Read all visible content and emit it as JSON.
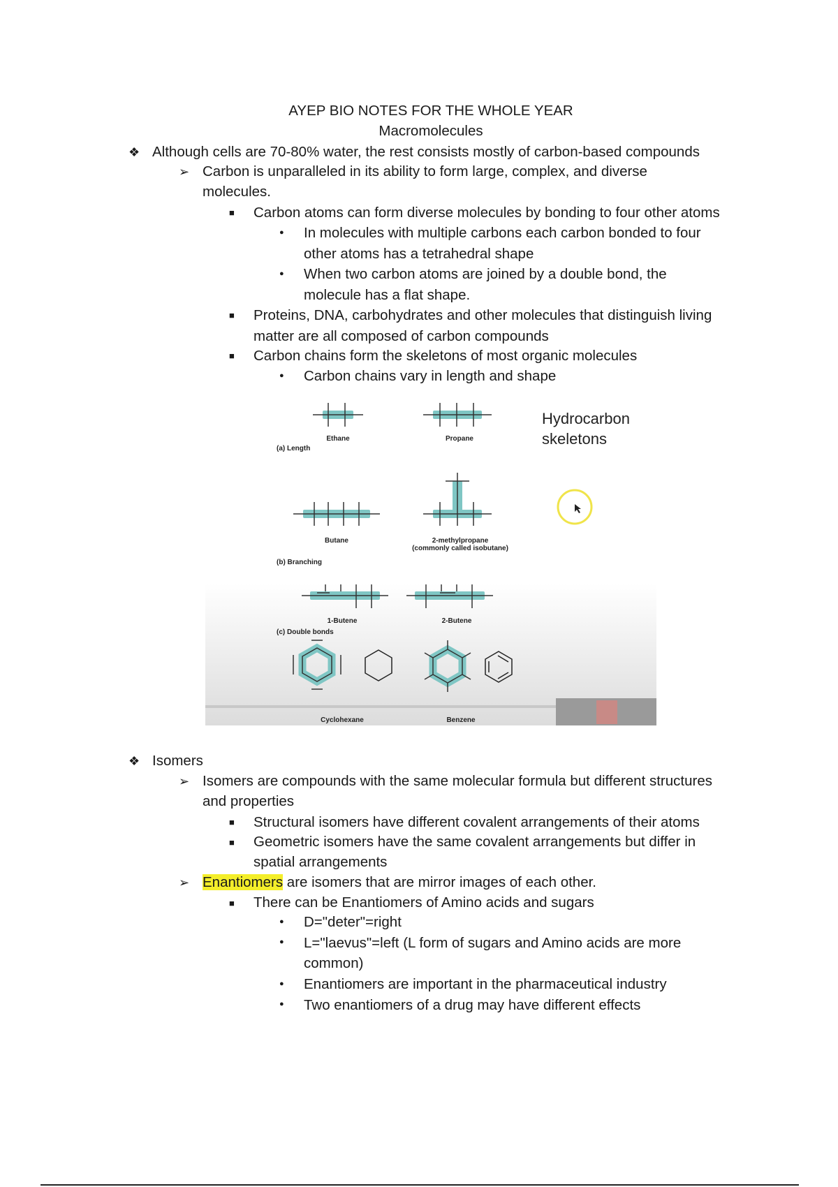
{
  "doc": {
    "title": "AYEP BIO NOTES FOR THE WHOLE YEAR",
    "subtitle": "Macromolecules"
  },
  "section1": {
    "heading": "Although cells are 70-80% water, the rest consists mostly of carbon-based compounds",
    "arrow1_l1": "Carbon is unparalleled in its ability to form large, complex, and diverse",
    "arrow1_l2": "molecules.",
    "sq1": "Carbon atoms can form diverse molecules by bonding to four other atoms",
    "b1_l1": "In molecules with multiple carbons each carbon bonded to four",
    "b1_l2": "other atoms has a tetrahedral shape",
    "b2_l1": "When two carbon atoms are joined by a double bond, the",
    "b2_l2": "molecule has a flat shape.",
    "sq2_l1": "Proteins, DNA, carbohydrates and other molecules that distinguish living",
    "sq2_l2": "matter are all composed of carbon compounds",
    "sq3": "Carbon chains form the skeletons of most organic molecules",
    "b3": "Carbon chains vary in length and shape"
  },
  "figure": {
    "title_l1": "Hydrocarbon",
    "title_l2": "skeletons",
    "label_length": "(a) Length",
    "label_branching": "(b) Branching",
    "label_double": "(c) Double bonds",
    "ethane": "Ethane",
    "propane": "Propane",
    "butane": "Butane",
    "methylpropane_l1": "2-methylpropane",
    "methylpropane_l2": "(commonly called isobutane)",
    "butene1": "1-Butene",
    "butene2": "2-Butene",
    "cyclohexane": "Cyclohexane",
    "benzene": "Benzene",
    "bond_color": "#7fc6c4"
  },
  "section2": {
    "heading": "Isomers",
    "arrow1_l1": "Isomers are compounds with the same molecular formula but different structures",
    "arrow1_l2": "and properties",
    "sq1": "Structural isomers have different covalent arrangements of their atoms",
    "sq2_l1": "Geometric isomers have the same covalent arrangements but differ in",
    "sq2_l2": "spatial arrangements",
    "arrow2_highlight": "Enantiomers",
    "arrow2_rest": " are isomers that are mirror images of each other.",
    "sq3": "There can be Enantiomers of Amino acids and sugars",
    "b1": "D=\"deter\"=right",
    "b2_l1": "L=\"laevus\"=left (L form of sugars and Amino acids are more",
    "b2_l2": "common)",
    "b3": "Enantiomers are important in the pharmaceutical industry",
    "b4": "Two enantiomers of a drug may have different effects"
  },
  "markers": {
    "diamond": "❖",
    "arrow": "➢",
    "square": "■",
    "dot": "●"
  }
}
